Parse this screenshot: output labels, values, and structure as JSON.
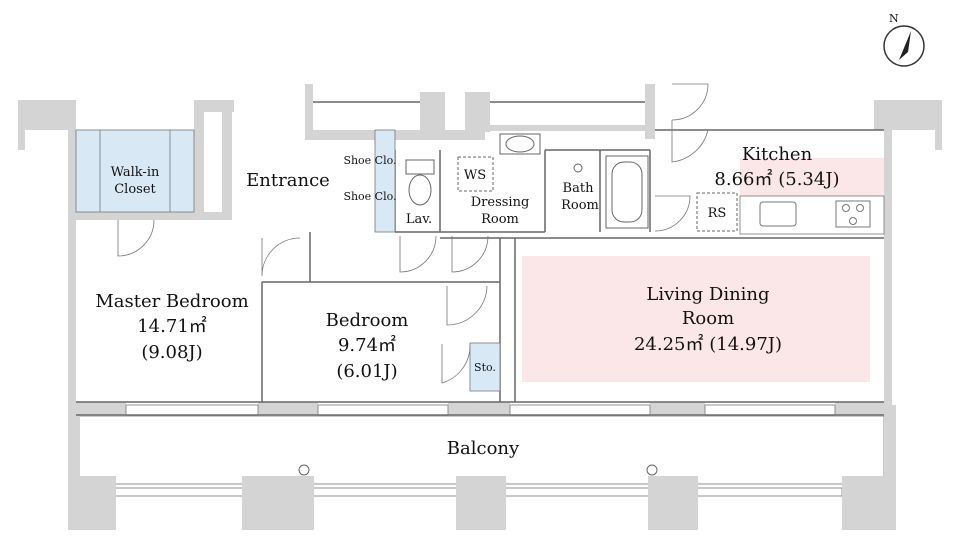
{
  "compass": {
    "label": "N",
    "icon": "north-arrow-icon"
  },
  "rooms": {
    "walk_in_closet": {
      "line1": "Walk-in",
      "line2": "Closet"
    },
    "entrance": {
      "label": "Entrance"
    },
    "shoe_closet_1": {
      "label": "Shoe Clo."
    },
    "shoe_closet_2": {
      "label": "Shoe Clo."
    },
    "lavatory": {
      "label": "Lav."
    },
    "washer_space": {
      "label": "WS"
    },
    "dressing_room": {
      "line1": "Dressing",
      "line2": "Room"
    },
    "bath_room": {
      "line1": "Bath",
      "line2": "Room"
    },
    "kitchen": {
      "label": "Kitchen",
      "area": "8.66㎡ (5.34J)"
    },
    "refrigerator_space": {
      "label": "RS"
    },
    "master_bedroom": {
      "label": "Master Bedroom",
      "area_sqm": "14.71㎡",
      "area_j": "(9.08J)"
    },
    "bedroom": {
      "label": "Bedroom",
      "area_sqm": "9.74㎡",
      "area_j": "(6.01J)"
    },
    "storage": {
      "label": "Sto."
    },
    "living_dining": {
      "line1": "Living Dining",
      "line2": "Room",
      "area": "24.25㎡ (14.97J)"
    },
    "balcony": {
      "label": "Balcony"
    }
  },
  "colors": {
    "closet_fill": "#d9e8f5",
    "living_fill": "#fbe6e8",
    "wall_fill": "#d4d4d4"
  }
}
